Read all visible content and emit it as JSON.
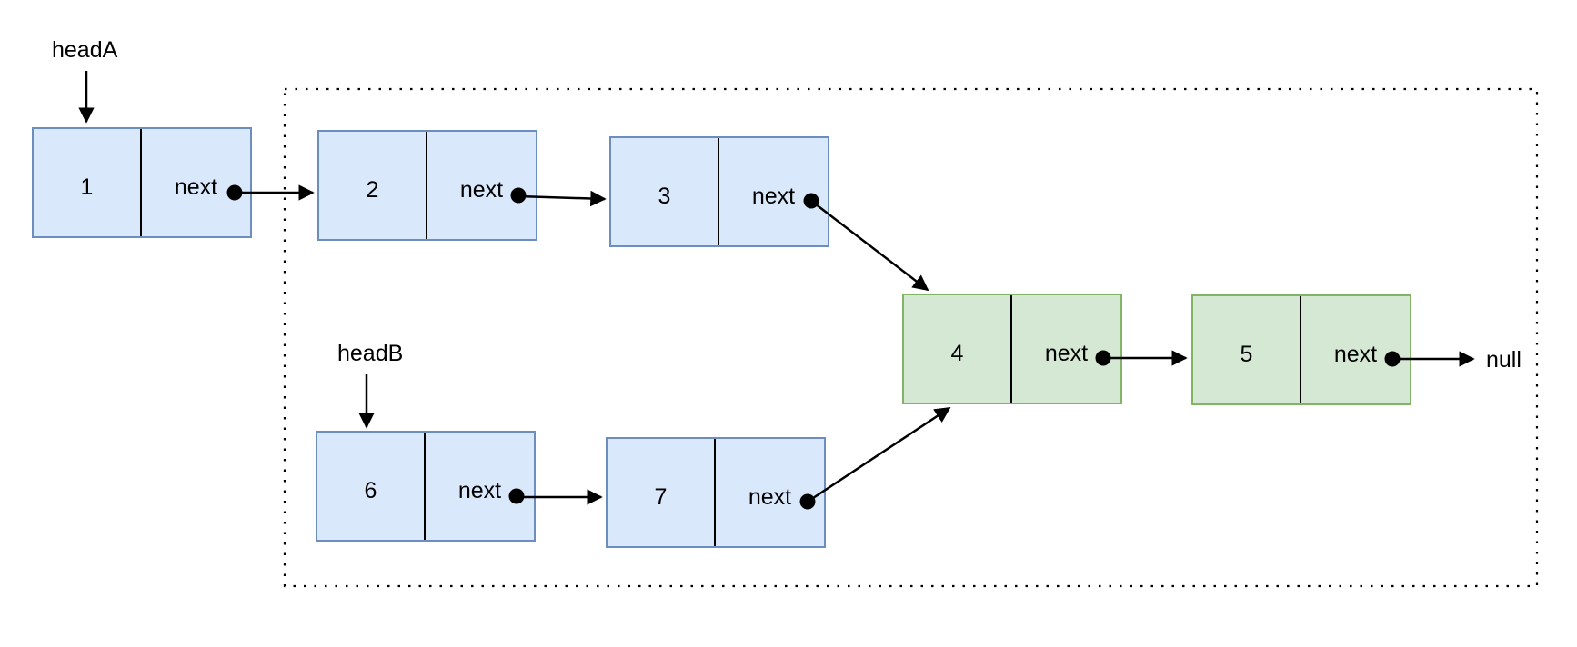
{
  "diagram": {
    "description": "Two singly linked lists (headA: 1-2-3, headB: 6-7) intersecting at node 4, continuing to node 5 and null; shared nodes highlighted green inside a dotted boundary",
    "labels": {
      "headA": "headA",
      "headB": "headB",
      "null": "null"
    },
    "nodes": [
      {
        "id": "1",
        "value": "1",
        "next_label": "next",
        "list": "A",
        "scheme": "blue"
      },
      {
        "id": "2",
        "value": "2",
        "next_label": "next",
        "list": "A",
        "scheme": "blue"
      },
      {
        "id": "3",
        "value": "3",
        "next_label": "next",
        "list": "A",
        "scheme": "blue"
      },
      {
        "id": "4",
        "value": "4",
        "next_label": "next",
        "list": "shared",
        "scheme": "green"
      },
      {
        "id": "5",
        "value": "5",
        "next_label": "next",
        "list": "shared",
        "scheme": "green"
      },
      {
        "id": "6",
        "value": "6",
        "next_label": "next",
        "list": "B",
        "scheme": "blue"
      },
      {
        "id": "7",
        "value": "7",
        "next_label": "next",
        "list": "B",
        "scheme": "blue"
      }
    ],
    "edges": [
      {
        "from": "headA",
        "to": "1"
      },
      {
        "from": "headB",
        "to": "6"
      },
      {
        "from": "1",
        "to": "2"
      },
      {
        "from": "2",
        "to": "3"
      },
      {
        "from": "3",
        "to": "4"
      },
      {
        "from": "4",
        "to": "5"
      },
      {
        "from": "5",
        "to": "null"
      },
      {
        "from": "6",
        "to": "7"
      },
      {
        "from": "7",
        "to": "4"
      }
    ],
    "colors": {
      "blue_fill": "#dae8fc",
      "blue_stroke": "#6c8ebf",
      "green_fill": "#d5e8d4",
      "green_stroke": "#82b366",
      "line": "#000000",
      "background": "#ffffff"
    }
  }
}
